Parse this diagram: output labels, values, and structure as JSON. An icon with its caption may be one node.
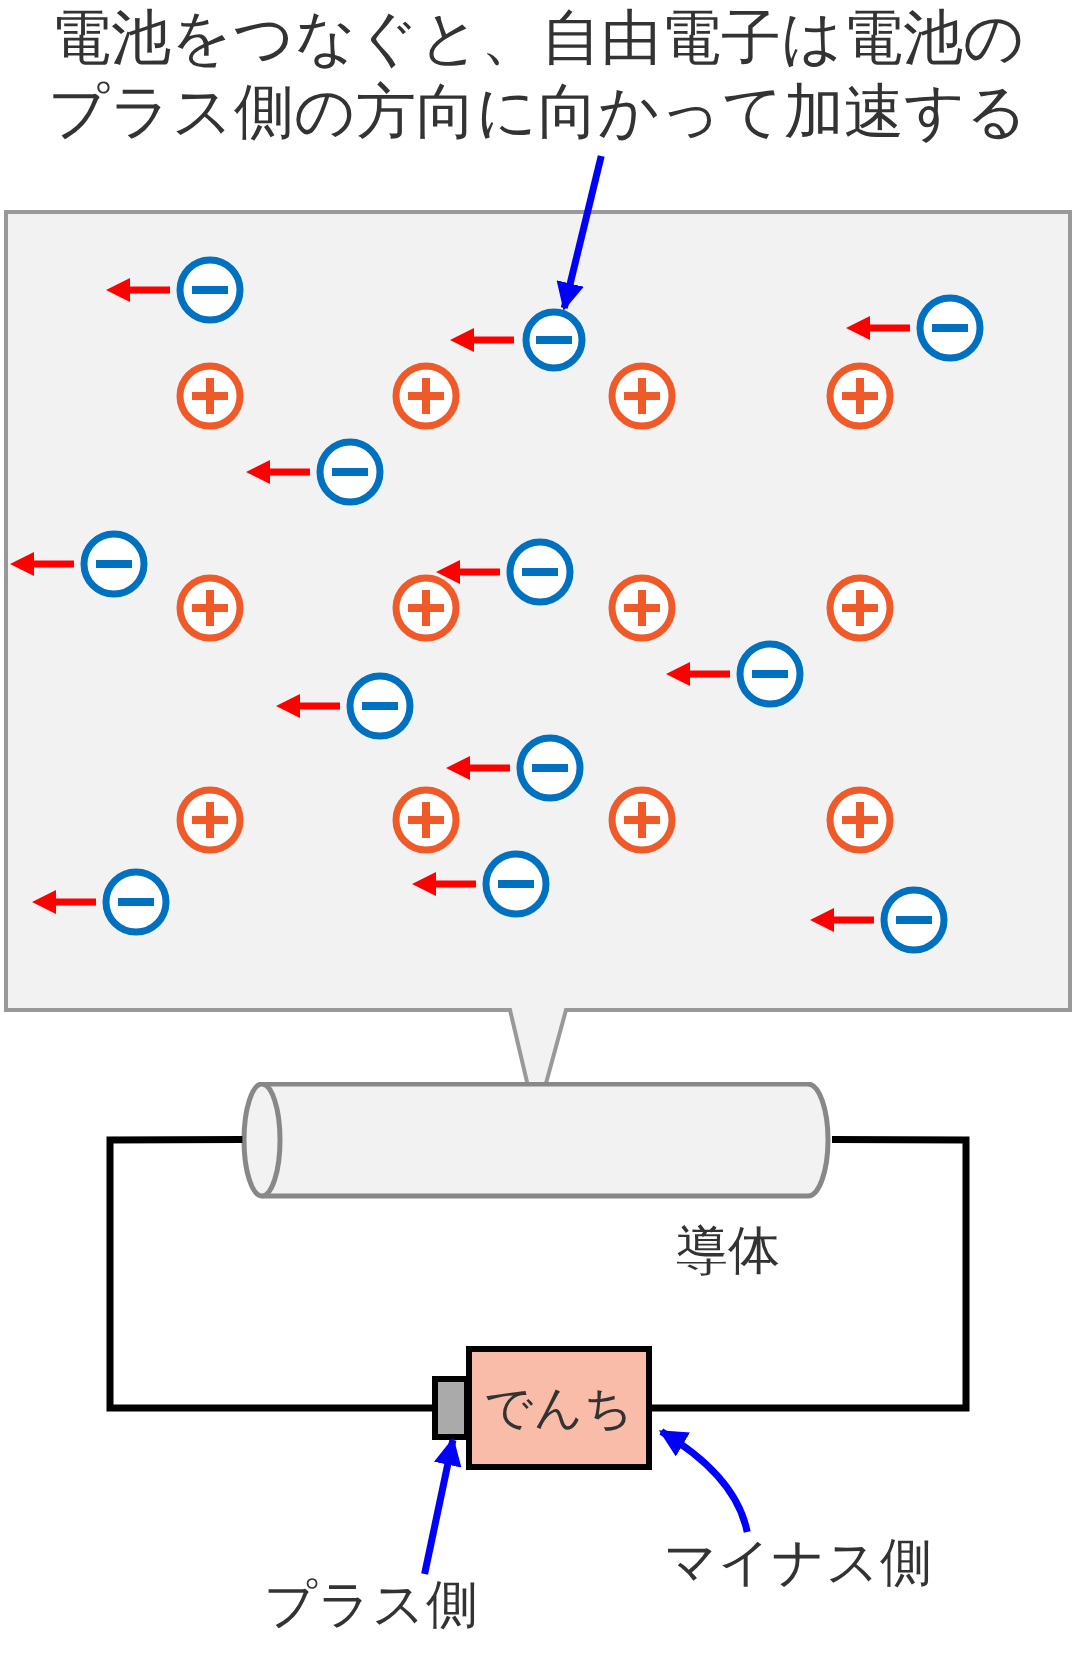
{
  "diagram": {
    "nodes": [
      {
        "text": [
          "電池をつなぐと、自由電子は電池のプラス側の方向に向かって加速する"
        ]
      },
      {
        "text": [],
        "shape": "circle"
      },
      {
        "text": [
          "導体"
        ]
      },
      {
        "text": [
          "でんち"
        ]
      },
      {
        "text": [],
        "shape": "box"
      },
      {
        "text": [
          "プラス側"
        ]
      },
      {
        "text": [
          "マイナス側"
        ]
      }
    ],
    "edges": [
      {
        "from": 0,
        "to": 1,
        "arrow": "to",
        "color": "#0000ff"
      },
      {
        "from": 2,
        "to": 4,
        "arrow": "none",
        "color": "#000000"
      },
      {
        "from": 2,
        "to": 3,
        "arrow": "none",
        "color": "#000000"
      },
      {
        "from": 5,
        "to": 4,
        "arrow": "to",
        "color": "#0000ff"
      },
      {
        "from": 6,
        "to": 3,
        "arrow": "to",
        "color": "#0000ff"
      }
    ]
  }
}
